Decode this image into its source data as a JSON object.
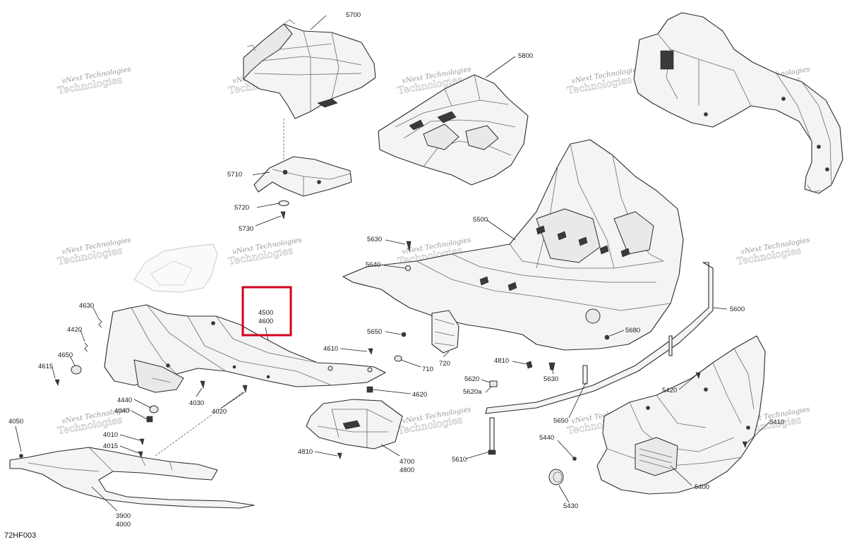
{
  "diagram": {
    "watermark_line1": "vNext Technologies",
    "watermark_line2": "Technologies",
    "reference_code": "72HF003",
    "highlight_color": "#d0021b",
    "callouts": {
      "c5700": "5700",
      "c5800": "5800",
      "c5710": "5710",
      "c5720": "5720",
      "c5730": "5730",
      "c5500": "5500",
      "c5630a": "5630",
      "c5640": "5640",
      "c5650a": "5650",
      "c5680": "5680",
      "c5600": "5600",
      "c4500": "4500",
      "c4600": "4600",
      "c4630": "4630",
      "c4420": "4420",
      "c4650": "4650",
      "c4615": "4615",
      "c4610": "4610",
      "c710": "710",
      "c720": "720",
      "c4620": "4620",
      "c4810a": "4810",
      "c5630b": "5630",
      "c5620": "5620",
      "c5620a": "5620a",
      "c4440": "4440",
      "c4040": "4040",
      "c4030": "4030",
      "c4020": "4020",
      "c4050": "4050",
      "c4010": "4010",
      "c4015": "4015",
      "c4810b": "4810",
      "c4700": "4700",
      "c4800": "4800",
      "c5610": "5610",
      "c5650b": "5650",
      "c5420": "5420",
      "c5410": "5410",
      "c5440": "5440",
      "c5400": "5400",
      "c5430": "5430",
      "c3900": "3900",
      "c4000": "4000"
    }
  }
}
